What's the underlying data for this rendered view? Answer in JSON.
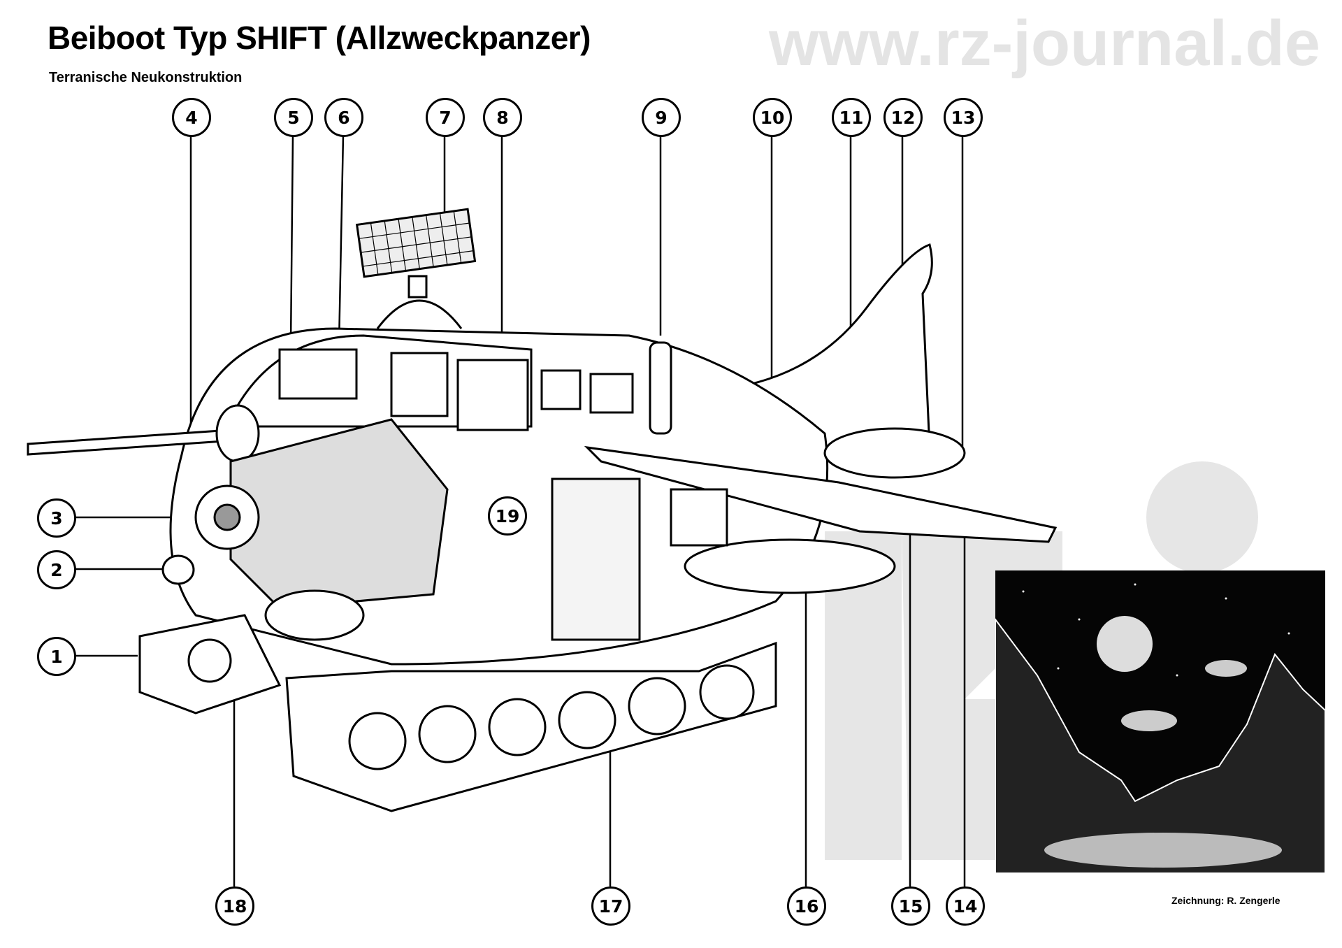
{
  "header": {
    "title": "Beiboot Typ SHIFT (Allzweckpanzer)",
    "subtitle": "Terranische Neukonstruktion"
  },
  "callouts": [
    "1",
    "2",
    "3",
    "4",
    "5",
    "6",
    "7",
    "8",
    "9",
    "10",
    "11",
    "12",
    "13",
    "14",
    "15",
    "16",
    "17",
    "18",
    "19"
  ],
  "watermark": "www.rz-journal.de",
  "credit": "Zeichnung: R. Zengerle"
}
